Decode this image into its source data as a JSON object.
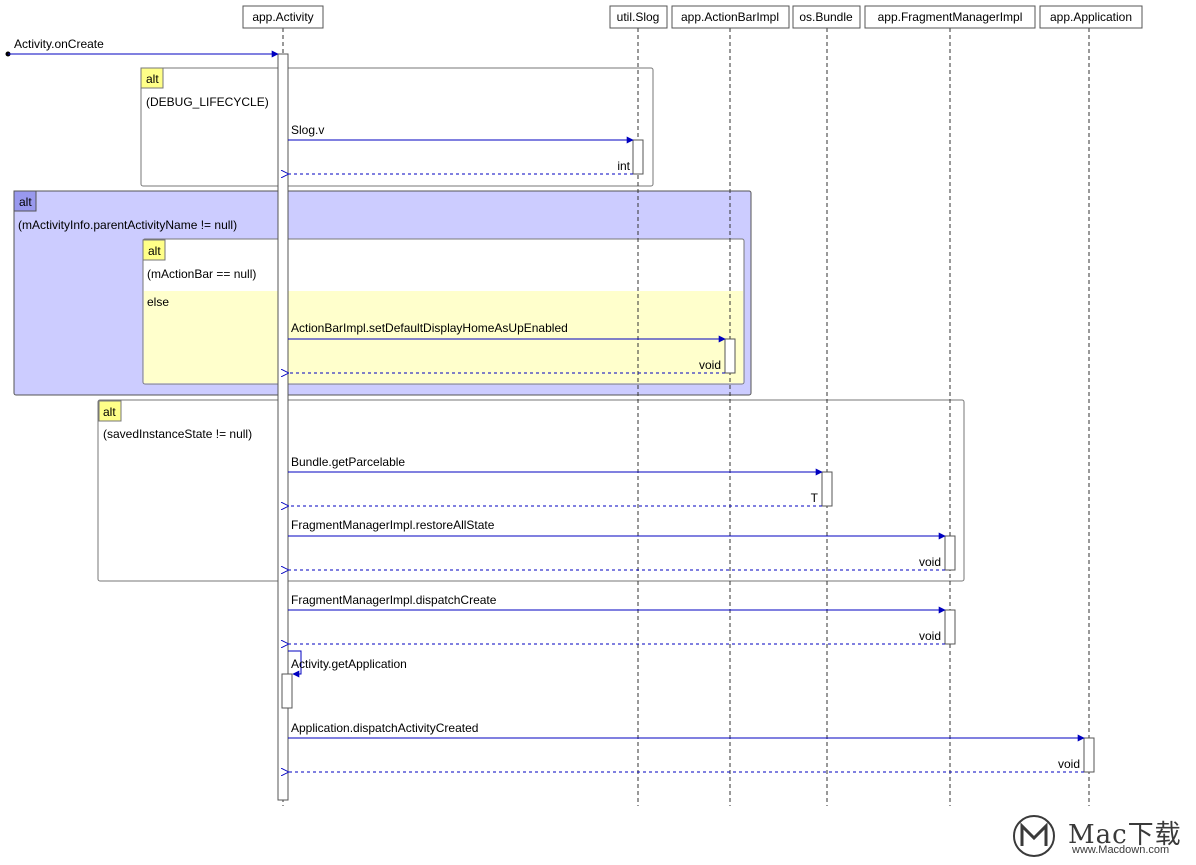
{
  "lifelines": [
    {
      "id": "activity",
      "label": "app.Activity"
    },
    {
      "id": "slog",
      "label": "util.Slog"
    },
    {
      "id": "actionbar",
      "label": "app.ActionBarImpl"
    },
    {
      "id": "bundle",
      "label": "os.Bundle"
    },
    {
      "id": "fragment",
      "label": "app.FragmentManagerImpl"
    },
    {
      "id": "application",
      "label": "app.Application"
    }
  ],
  "entry": {
    "label": "Activity.onCreate"
  },
  "fragments": [
    {
      "id": "alt1",
      "tag": "alt",
      "guard": "(DEBUG_LIFECYCLE)"
    },
    {
      "id": "alt2",
      "tag": "alt",
      "guard": "(mActivityInfo.parentActivityName != null)"
    },
    {
      "id": "alt3",
      "tag": "alt",
      "guard": "(mActionBar == null)",
      "else_label": "else"
    },
    {
      "id": "alt4",
      "tag": "alt",
      "guard": "(savedInstanceState != null)"
    }
  ],
  "messages": [
    {
      "id": "m1",
      "label": "Slog.v",
      "reply": "int"
    },
    {
      "id": "m2",
      "label": "ActionBarImpl.setDefaultDisplayHomeAsUpEnabled",
      "reply": "void"
    },
    {
      "id": "m3",
      "label": "Bundle.getParcelable",
      "reply": "T"
    },
    {
      "id": "m4",
      "label": "FragmentManagerImpl.restoreAllState",
      "reply": "void"
    },
    {
      "id": "m5",
      "label": "FragmentManagerImpl.dispatchCreate",
      "reply": "void"
    },
    {
      "id": "m6",
      "label": "Activity.getApplication",
      "reply": ""
    },
    {
      "id": "m7",
      "label": "Application.dispatchActivityCreated",
      "reply": "void"
    }
  ],
  "colors": {
    "arrow": "#0000c0",
    "frag_blue": "#ccccff",
    "frag_yellow": "#ffffcc",
    "tag_yellow": "#ffff88",
    "tag_blue": "#9999ee"
  },
  "watermark": {
    "brand": "Mac下载",
    "site": "www.Macdown.com"
  }
}
